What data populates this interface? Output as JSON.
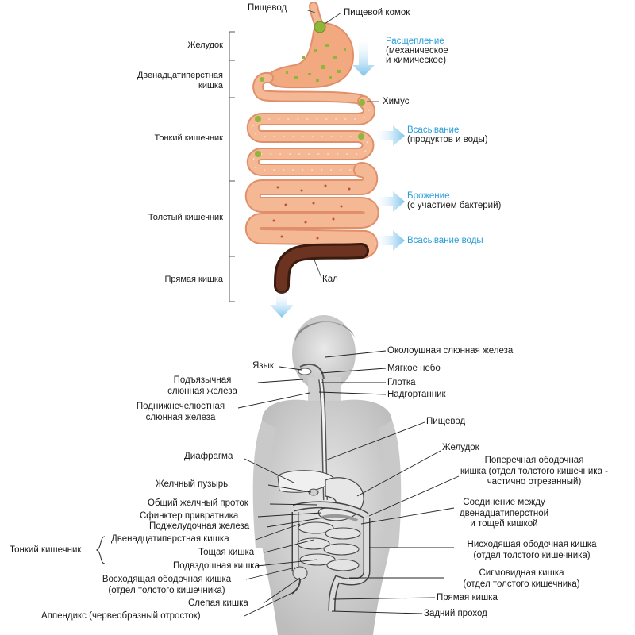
{
  "digestive_path": {
    "esophagus": "Пищевод",
    "food_bolus": "Пищевой комок",
    "chyme": "Химус",
    "feces": "Кал"
  },
  "sections": {
    "stomach": "Желудок",
    "duodenum": "Двенадцатиперстная\nкишка",
    "small_intestine": "Тонкий кишечник",
    "large_intestine": "Толстый кишечник",
    "rectum": "Прямая кишка"
  },
  "processes": {
    "breakdown_title": "Расщепление",
    "breakdown_detail": "(механическое\nи химическое)",
    "absorption_title": "Всасывание",
    "absorption_detail": "(продуктов и воды)",
    "fermentation_title": "Брожение",
    "fermentation_detail": "(с участием бактерий)",
    "water_absorption": "Всасывание воды"
  },
  "anatomy_right": {
    "parotid": "Околоушная слюнная железа",
    "soft_palate": "Мягкое небо",
    "pharynx": "Глотка",
    "epiglottis": "Надгортанник",
    "esophagus": "Пищевод",
    "stomach": "Желудок",
    "transverse_colon": "Поперечная ободочная\nкишка (отдел толстого кишечника -\nчастично отрезанный)",
    "duodeno_jejunal": "Соединение между\nдвенадцатиперстной\nи тощей кишкой",
    "descending_colon": "Нисходящая ободочная кишка\n(отдел толстого кишечника)",
    "sigmoid_colon": "Сигмовидная кишка\n(отдел толстого кишечника)",
    "rectum": "Прямая кишка",
    "anus": "Задний проход"
  },
  "anatomy_left": {
    "tongue": "Язык",
    "sublingual": "Подъязычная\nслюнная железа",
    "submandibular": "Поднижнечелюстная\nслюнная железа",
    "diaphragm": "Диафрагма",
    "gallbladder": "Желчный пузырь",
    "bile_duct": "Общий желчный проток",
    "pyloric_sphincter": "Сфинктер привратника",
    "pancreas": "Поджелудочная железа",
    "small_intestine": "Тонкий кишечник",
    "duodenum": "Двенадцатиперстная кишка",
    "jejunum": "Тощая кишка",
    "ileum": "Подвздошная кишка",
    "ascending_colon": "Восходящая ободочная кишка\n(отдел толстого кишечника)",
    "cecum": "Слепая кишка",
    "appendix": "Аппендикс (червеобразный отросток)"
  },
  "colors": {
    "intestine_fill": "#f5b894",
    "intestine_stroke": "#e08f6a",
    "stomach_fill": "#f3a97f",
    "chyme_green": "#8db63a",
    "feces_brown": "#5a2a1a",
    "arrow_blue": "#8ccbee",
    "text_blue": "#2b9ed9",
    "body_gray": "#d6d6d6"
  }
}
